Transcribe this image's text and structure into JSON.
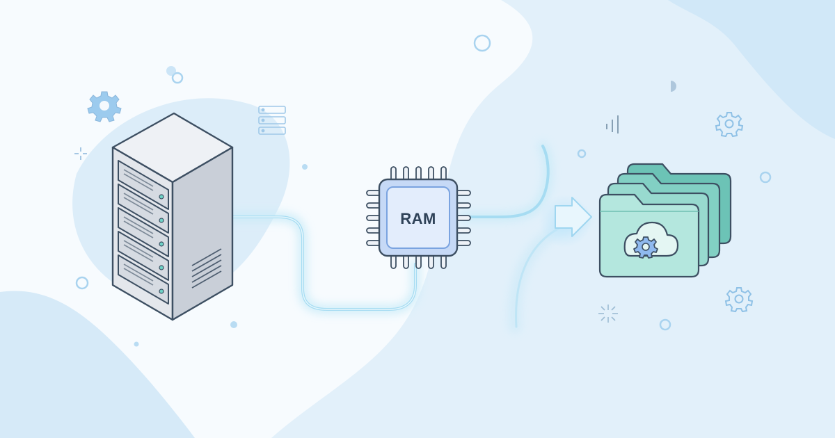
{
  "diagram": {
    "nodes": {
      "server": {
        "icon": "server-rack-icon"
      },
      "ram": {
        "icon": "ram-chip-icon",
        "label": "RAM"
      },
      "folders": {
        "icon": "cloud-folder-stack-icon",
        "badge_icon": "cloud-gear-icon"
      }
    },
    "edges": [
      {
        "from": "server",
        "to": "ram"
      },
      {
        "from": "ram",
        "to": "folders",
        "marker": "arrow-icon"
      }
    ],
    "colors": {
      "background": "#f7fbfe",
      "blob": "#dcedf9",
      "flow_line": "#a9dbf0",
      "server_front": "#e4e7ec",
      "server_side": "#c9cfd8",
      "outline": "#3d4f62",
      "chip_fill": "#dbe8fb",
      "chip_border": "#7aa3e0",
      "folder_front": "#a9e3d8",
      "folder_back": "#7fcfc2",
      "gear": "#8fc1e6"
    }
  }
}
